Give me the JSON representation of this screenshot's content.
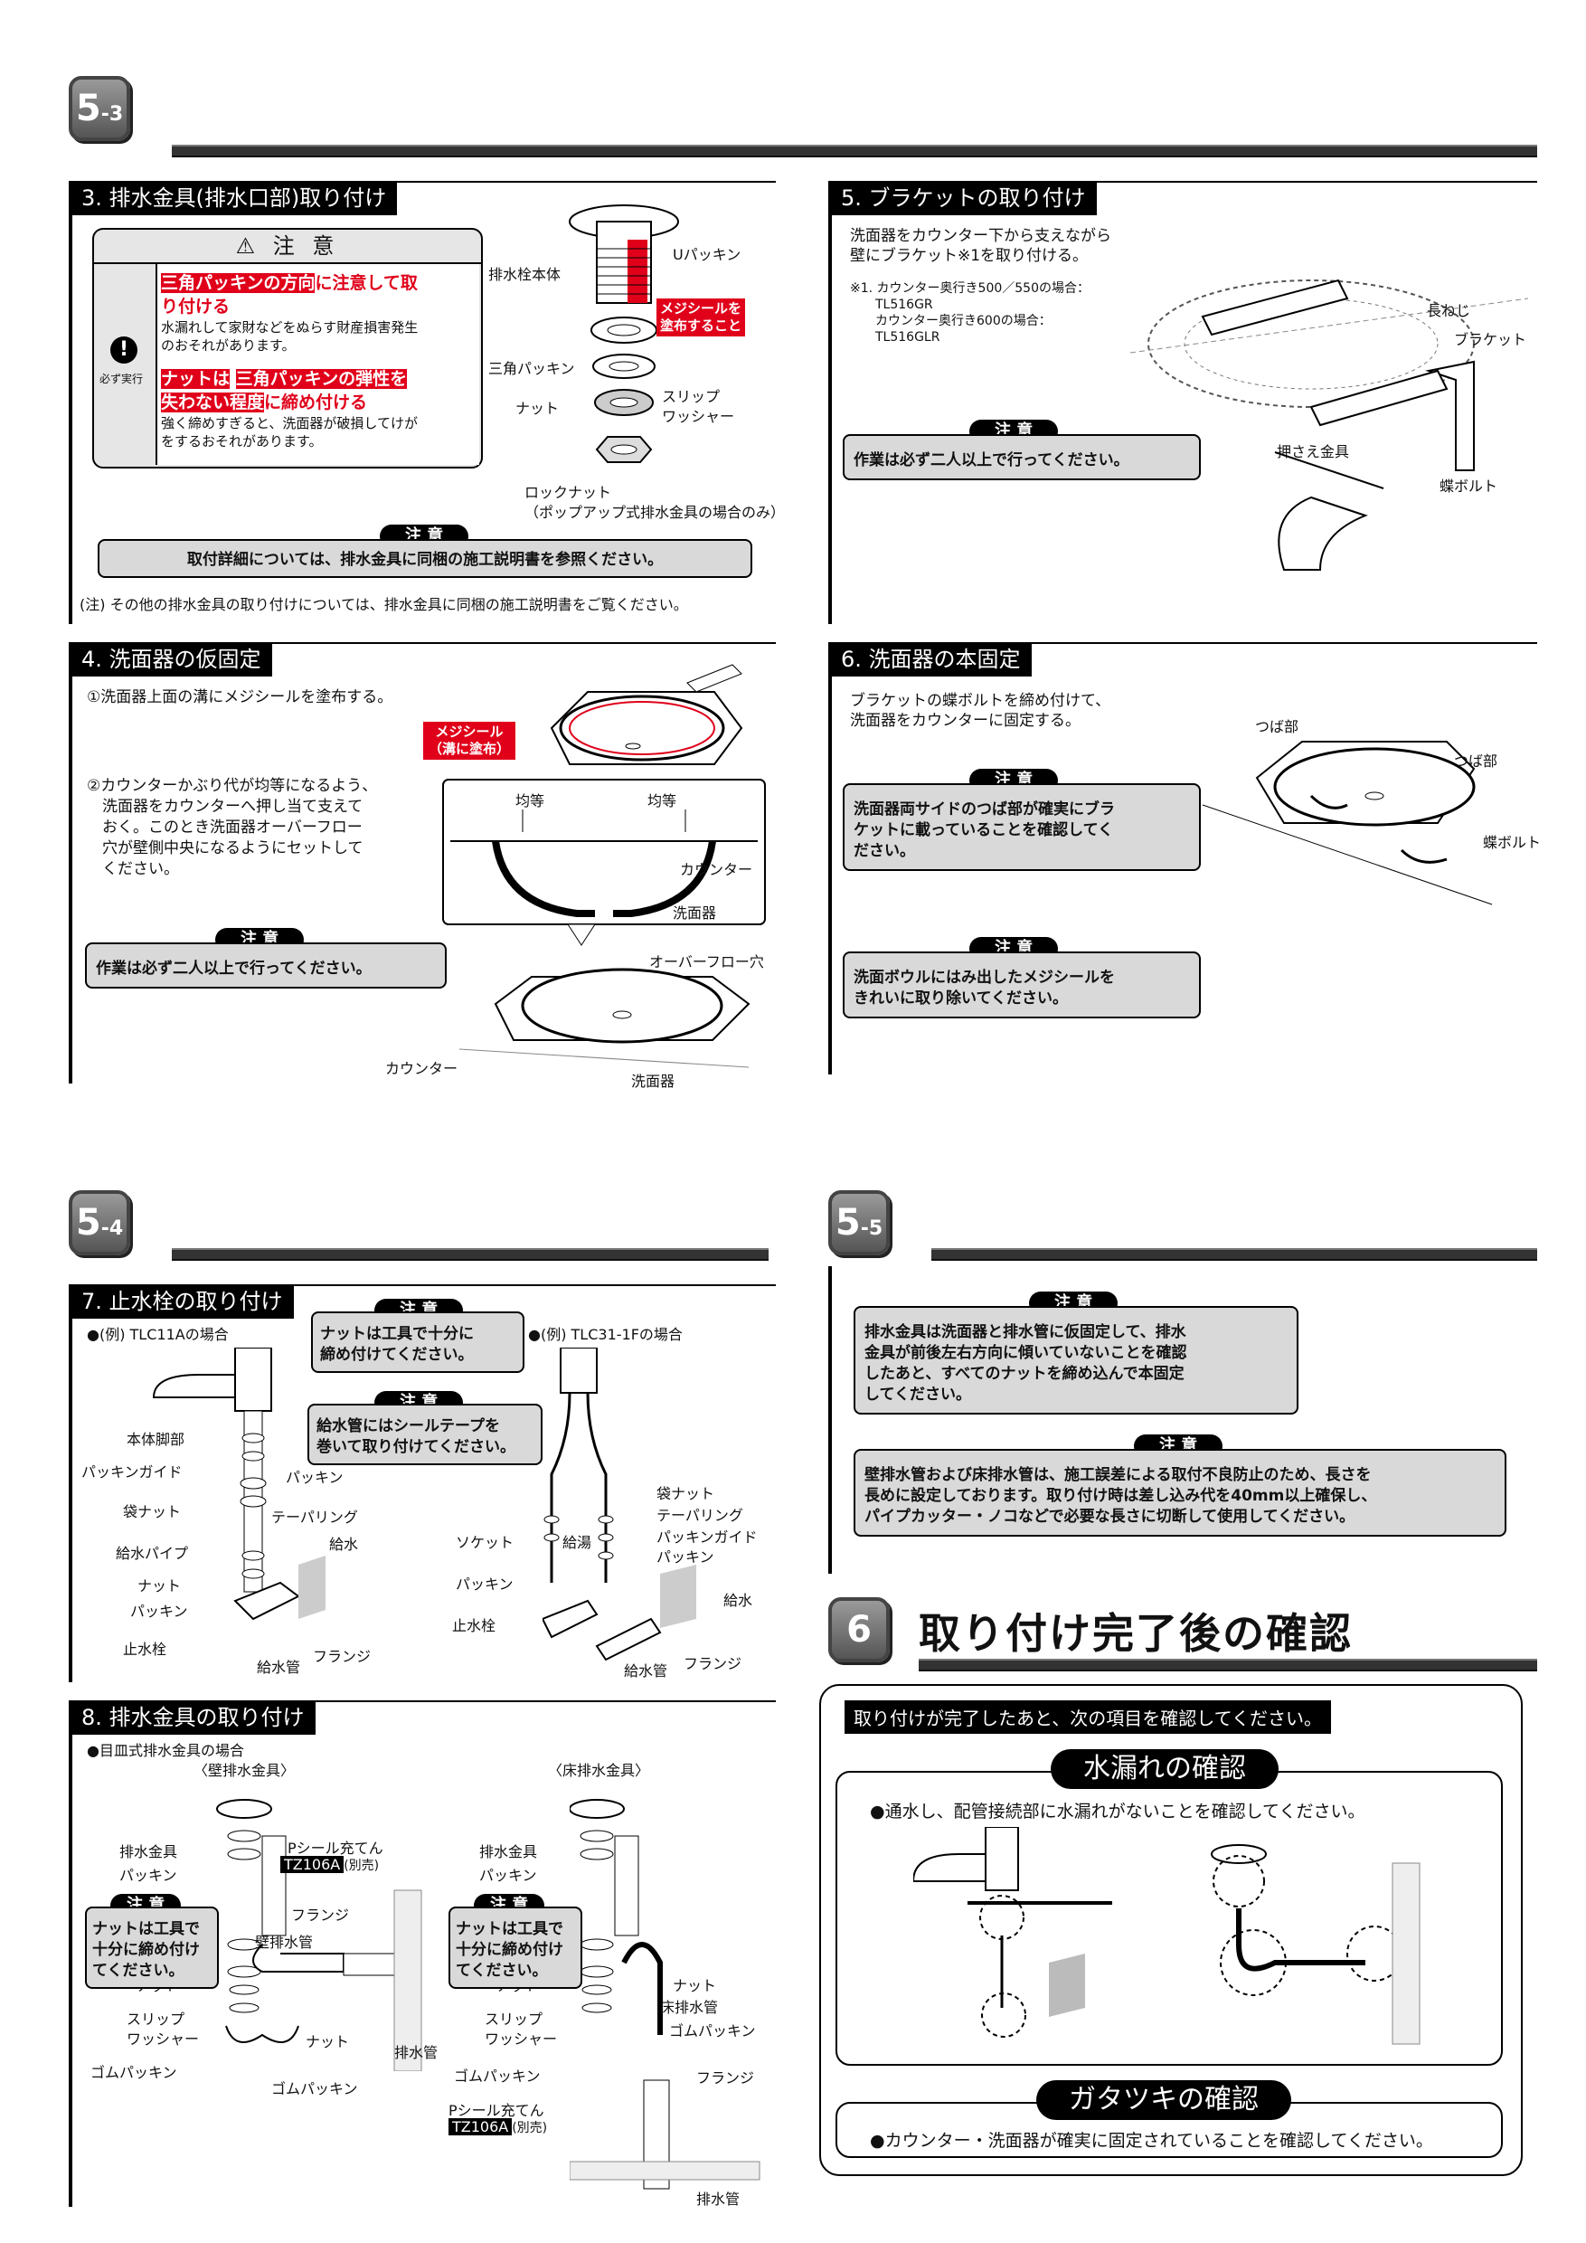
{
  "s53": {
    "badge_main": "5",
    "badge_sub": "-3"
  },
  "s54": {
    "badge_main": "5",
    "badge_sub": "-4"
  },
  "s55": {
    "badge_main": "5",
    "badge_sub": "-5"
  },
  "s6": {
    "badge": "6",
    "title": "取り付け完了後の確認"
  },
  "sec3": {
    "title": "3. 排水金具(排水口部)取り付け",
    "warn_title": "注 意",
    "warn_icon_label": "必ず実行",
    "w1_red": "三角パッキンの方向",
    "w1_rest": "に注意して取",
    "w1_line2": "り付ける",
    "w1_desc": "水漏れして家財などをぬらす財産損害発生\nのおそれがあります。",
    "w2_red1": "ナットは",
    "w2_red2": "三角パッキンの弾性を",
    "w2_red3": "失わない程度",
    "w2_rest": "に締め付ける",
    "w2_desc": "強く締めすぎると、洗面器が破損してけが\nをするおそれがあります。",
    "labels": {
      "upacking": "Uパッキン",
      "body": "排水栓本体",
      "meji": "メジシールを\n塗布すること",
      "tri": "三角パッキン",
      "nut": "ナット",
      "slip": "スリップ\nワッシャー",
      "lock": "ロックナット\n（ポップアップ式排水金具の場合のみ）"
    },
    "caution_tab": "注 意",
    "caution": "取付詳細については、排水金具に同梱の施工説明書を参照ください。",
    "note": "(注) その他の排水金具の取り付けについては、排水金具に同梱の施工説明書をご覧ください。"
  },
  "sec4": {
    "title": "4. 洗面器の仮固定",
    "step1": "①洗面器上面の溝にメジシールを塗布する。",
    "meji": "メジシール\n（溝に塗布）",
    "step2": "②カウンターかぶり代が均等になるよう、\n　洗面器をカウンターへ押し当て支えて\n　おく。このとき洗面器オーバーフロー\n　穴が壁側中央になるようにセットして\n　ください。",
    "labels": {
      "eq1": "均等",
      "eq2": "均等",
      "counter1": "カウンター",
      "basin1": "洗面器",
      "overflow": "オーバーフロー穴",
      "counter2": "カウンター",
      "basin2": "洗面器"
    },
    "caution_tab": "注 意",
    "caution": "作業は必ず二人以上で行ってください。"
  },
  "sec5": {
    "title": "5. ブラケットの取り付け",
    "text": "洗面器をカウンター下から支えながら\n壁にブラケット※1を取り付ける。",
    "note": "※1. カウンター奥行き500／550の場合：\n　　TL516GR\n　　カウンター奥行き600の場合：\n　　TL516GLR",
    "labels": {
      "screw": "長ねじ",
      "bracket": "ブラケット",
      "press": "押さえ金具",
      "bolt": "蝶ボルト"
    },
    "caution_tab": "注 意",
    "caution": "作業は必ず二人以上で行ってください。"
  },
  "sec6": {
    "title": "6. 洗面器の本固定",
    "text": "ブラケットの蝶ボルトを締め付けて、\n洗面器をカウンターに固定する。",
    "labels": {
      "flange1": "つば部",
      "flange2": "つば部",
      "bolt": "蝶ボルト"
    },
    "c1_tab": "注 意",
    "c1": "洗面器両サイドのつば部が確実にブラ\nケットに載っていることを確認してく\nださい。",
    "c2_tab": "注 意",
    "c2": "洗面ボウルにはみ出したメジシールを\nきれいに取り除いてください。"
  },
  "sec7": {
    "title": "7. 止水栓の取り付け",
    "ex1": "●(例) TLC11Aの場合",
    "ex2": "●(例) TLC31-1Fの場合",
    "c1_tab": "注 意",
    "c1": "ナットは工具で十分に\n締め付けてください。",
    "c2_tab": "注 意",
    "c2": "給水管にはシールテープを\n巻いて取り付けてください。",
    "l": {
      "a": "本体脚部",
      "b": "パッキンガイド",
      "c": "パッキン",
      "d": "袋ナット",
      "e": "テーパリング",
      "f": "給水パイプ",
      "g": "給水",
      "h": "ナット",
      "i": "パッキン",
      "j": "止水栓",
      "k": "給水管",
      "l": "フランジ"
    },
    "r": {
      "a": "袋ナット",
      "b": "テーパリング",
      "c": "パッキンガイド",
      "d": "パッキン",
      "e": "ソケット",
      "f": "給湯",
      "g": "パッキン",
      "h": "給水",
      "i": "止水栓",
      "j": "給水管",
      "k": "フランジ"
    }
  },
  "sec8": {
    "title": "8. 排水金具の取り付け",
    "sub": "●目皿式排水金具の場合",
    "wall": "〈壁排水金具〉",
    "floor": "〈床排水金具〉",
    "l": {
      "a": "排水金具",
      "b": "パッキン",
      "c": "Pシール充てん",
      "d": "TZ106A",
      "e": "(別売)",
      "f": "フランジ",
      "g": "壁排水管",
      "h": "ナット",
      "i": "スリップ\nワッシャー",
      "j": "ナット",
      "k": "ゴムパッキン",
      "l": "ゴムパッキン",
      "m": "排水管"
    },
    "r": {
      "a": "排水金具",
      "b": "パッキン",
      "c": "ナット",
      "d": "ナット",
      "e": "床排水管",
      "f": "スリップ\nワッシャー",
      "g": "ゴムパッキン",
      "h": "ゴムパッキン",
      "i": "フランジ",
      "j": "Pシール充てん",
      "k": "TZ106A",
      "l": "(別売)",
      "m": "排水管"
    },
    "c_tab": "注 意",
    "c": "ナットは工具で\n十分に締め付け\nてください。",
    "c2_tab": "注 意",
    "c2": "ナットは工具で\n十分に締め付け\nてください。"
  },
  "sec55": {
    "c1_tab": "注 意",
    "c1": "排水金具は洗面器と排水管に仮固定して、排水\n金具が前後左右方向に傾いていないことを確認\nしたあと、すべてのナットを締め込んで本固定\nしてください。",
    "c2_tab": "注 意",
    "c2": "壁排水管および床排水管は、施工誤差による取付不良防止のため、長さを\n長めに設定しております。取り付け時は差し込み代を40mm以上確保し、\nパイプカッター・ノコなどで必要な長さに切断して使用してください。"
  },
  "check": {
    "intro": "取り付けが完了したあと、次の項目を確認してください。",
    "leak_title": "水漏れの確認",
    "leak_text": "●通水し、配管接続部に水漏れがないことを確認してください。",
    "wobble_title": "ガタツキの確認",
    "wobble_text": "●カウンター・洗面器が確実に固定されていることを確認してください。"
  }
}
